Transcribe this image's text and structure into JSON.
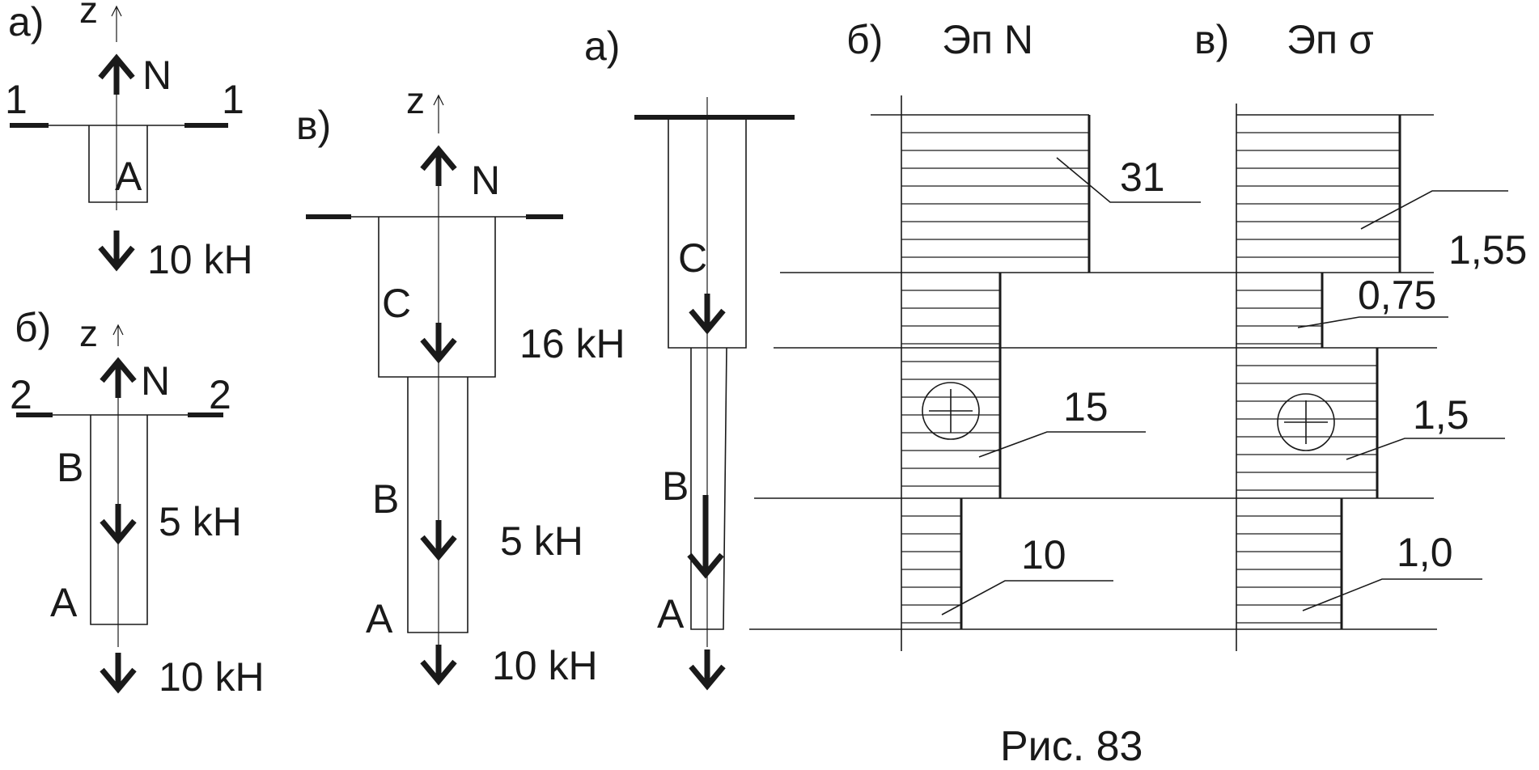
{
  "caption": "Рис. 83",
  "left": {
    "a": {
      "tag": "а)",
      "axis": "z",
      "force": "N",
      "section_left": "1",
      "section_right": "1",
      "point": "A",
      "load": "10 kH"
    },
    "b": {
      "tag": "б)",
      "axis": "z",
      "force": "N",
      "section_left": "2",
      "section_right": "2",
      "point_top": "B",
      "point_bottom": "A",
      "load_mid": "5 kH",
      "load_bottom": "10 kH"
    },
    "v": {
      "tag": "в)",
      "axis": "z",
      "force": "N",
      "point_c": "C",
      "point_b": "B",
      "point_a": "A",
      "load_c": "16 kH",
      "load_b": "5 kH",
      "load_a": "10 kH"
    }
  },
  "right": {
    "tag_a": "а)",
    "tag_b": "б)",
    "tag_v": "в)",
    "title_n": "Эп N",
    "title_s": "Эп σ",
    "point_c": "C",
    "point_b": "B",
    "point_a": "A",
    "plus_sign": "+",
    "epure_n": [
      "31",
      "15",
      "10"
    ],
    "epure_s": [
      "1,55",
      "0,75",
      "1,5",
      "1,0"
    ]
  }
}
